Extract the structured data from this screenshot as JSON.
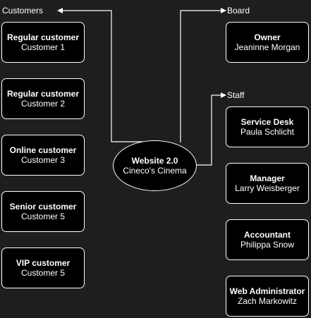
{
  "colors": {
    "background": "#1e1e1e",
    "node_fill": "#000000",
    "stroke": "#ffffff",
    "text": "#ffffff"
  },
  "hub": {
    "title": "Website 2.0",
    "subtitle": "Cineco's Cinema"
  },
  "groups": {
    "customers": {
      "label": "Customers",
      "nodes": [
        {
          "role": "Regular customer",
          "name": "Customer 1"
        },
        {
          "role": "Regular customer",
          "name": "Customer 2"
        },
        {
          "role": "Online customer",
          "name": "Customer 3"
        },
        {
          "role": "Senior customer",
          "name": "Customer 5"
        },
        {
          "role": "VIP customer",
          "name": "Customer 5"
        }
      ]
    },
    "board": {
      "label": "Board",
      "nodes": [
        {
          "role": "Owner",
          "name": "Jeaninne Morgan"
        }
      ]
    },
    "staff": {
      "label": "Staff",
      "nodes": [
        {
          "role": "Service Desk",
          "name": "Paula Schlicht"
        },
        {
          "role": "Manager",
          "name": "Larry Weisberger"
        },
        {
          "role": "Accountant",
          "name": "Philippa Snow"
        },
        {
          "role": "Web Administrator",
          "name": "Zach Markowitz"
        }
      ]
    }
  }
}
